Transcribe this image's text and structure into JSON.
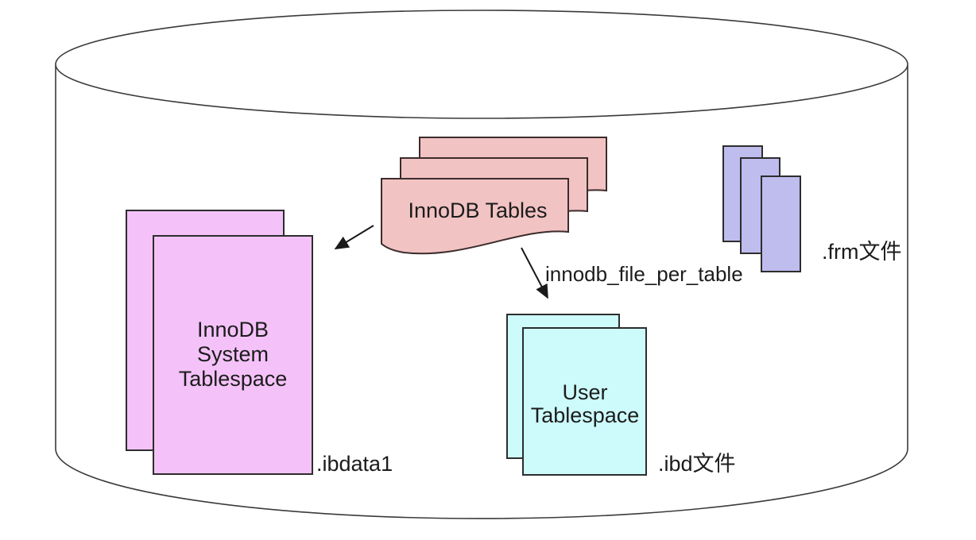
{
  "diagram": {
    "background": "#ffffff",
    "outline_color": "#3a3a3a"
  },
  "nodes": {
    "innodb_tables": {
      "label": "InnoDB Tables",
      "fill": "#f2c3c3"
    },
    "frm_files": {
      "label": ".frm文件",
      "fill": "#bfbcee"
    },
    "innodb_system_tablespace": {
      "line1": "InnoDB",
      "line2": "System",
      "line3": "Tablespace",
      "fill": "#f4c2f8",
      "file_label": ".ibdata1"
    },
    "user_tablespace": {
      "line1": "User",
      "line2": "Tablespace",
      "fill": "#cdfafa",
      "file_label": ".ibd文件"
    }
  },
  "edges": {
    "to_user_tablespace": {
      "label": "innodb_file_per_table"
    }
  }
}
